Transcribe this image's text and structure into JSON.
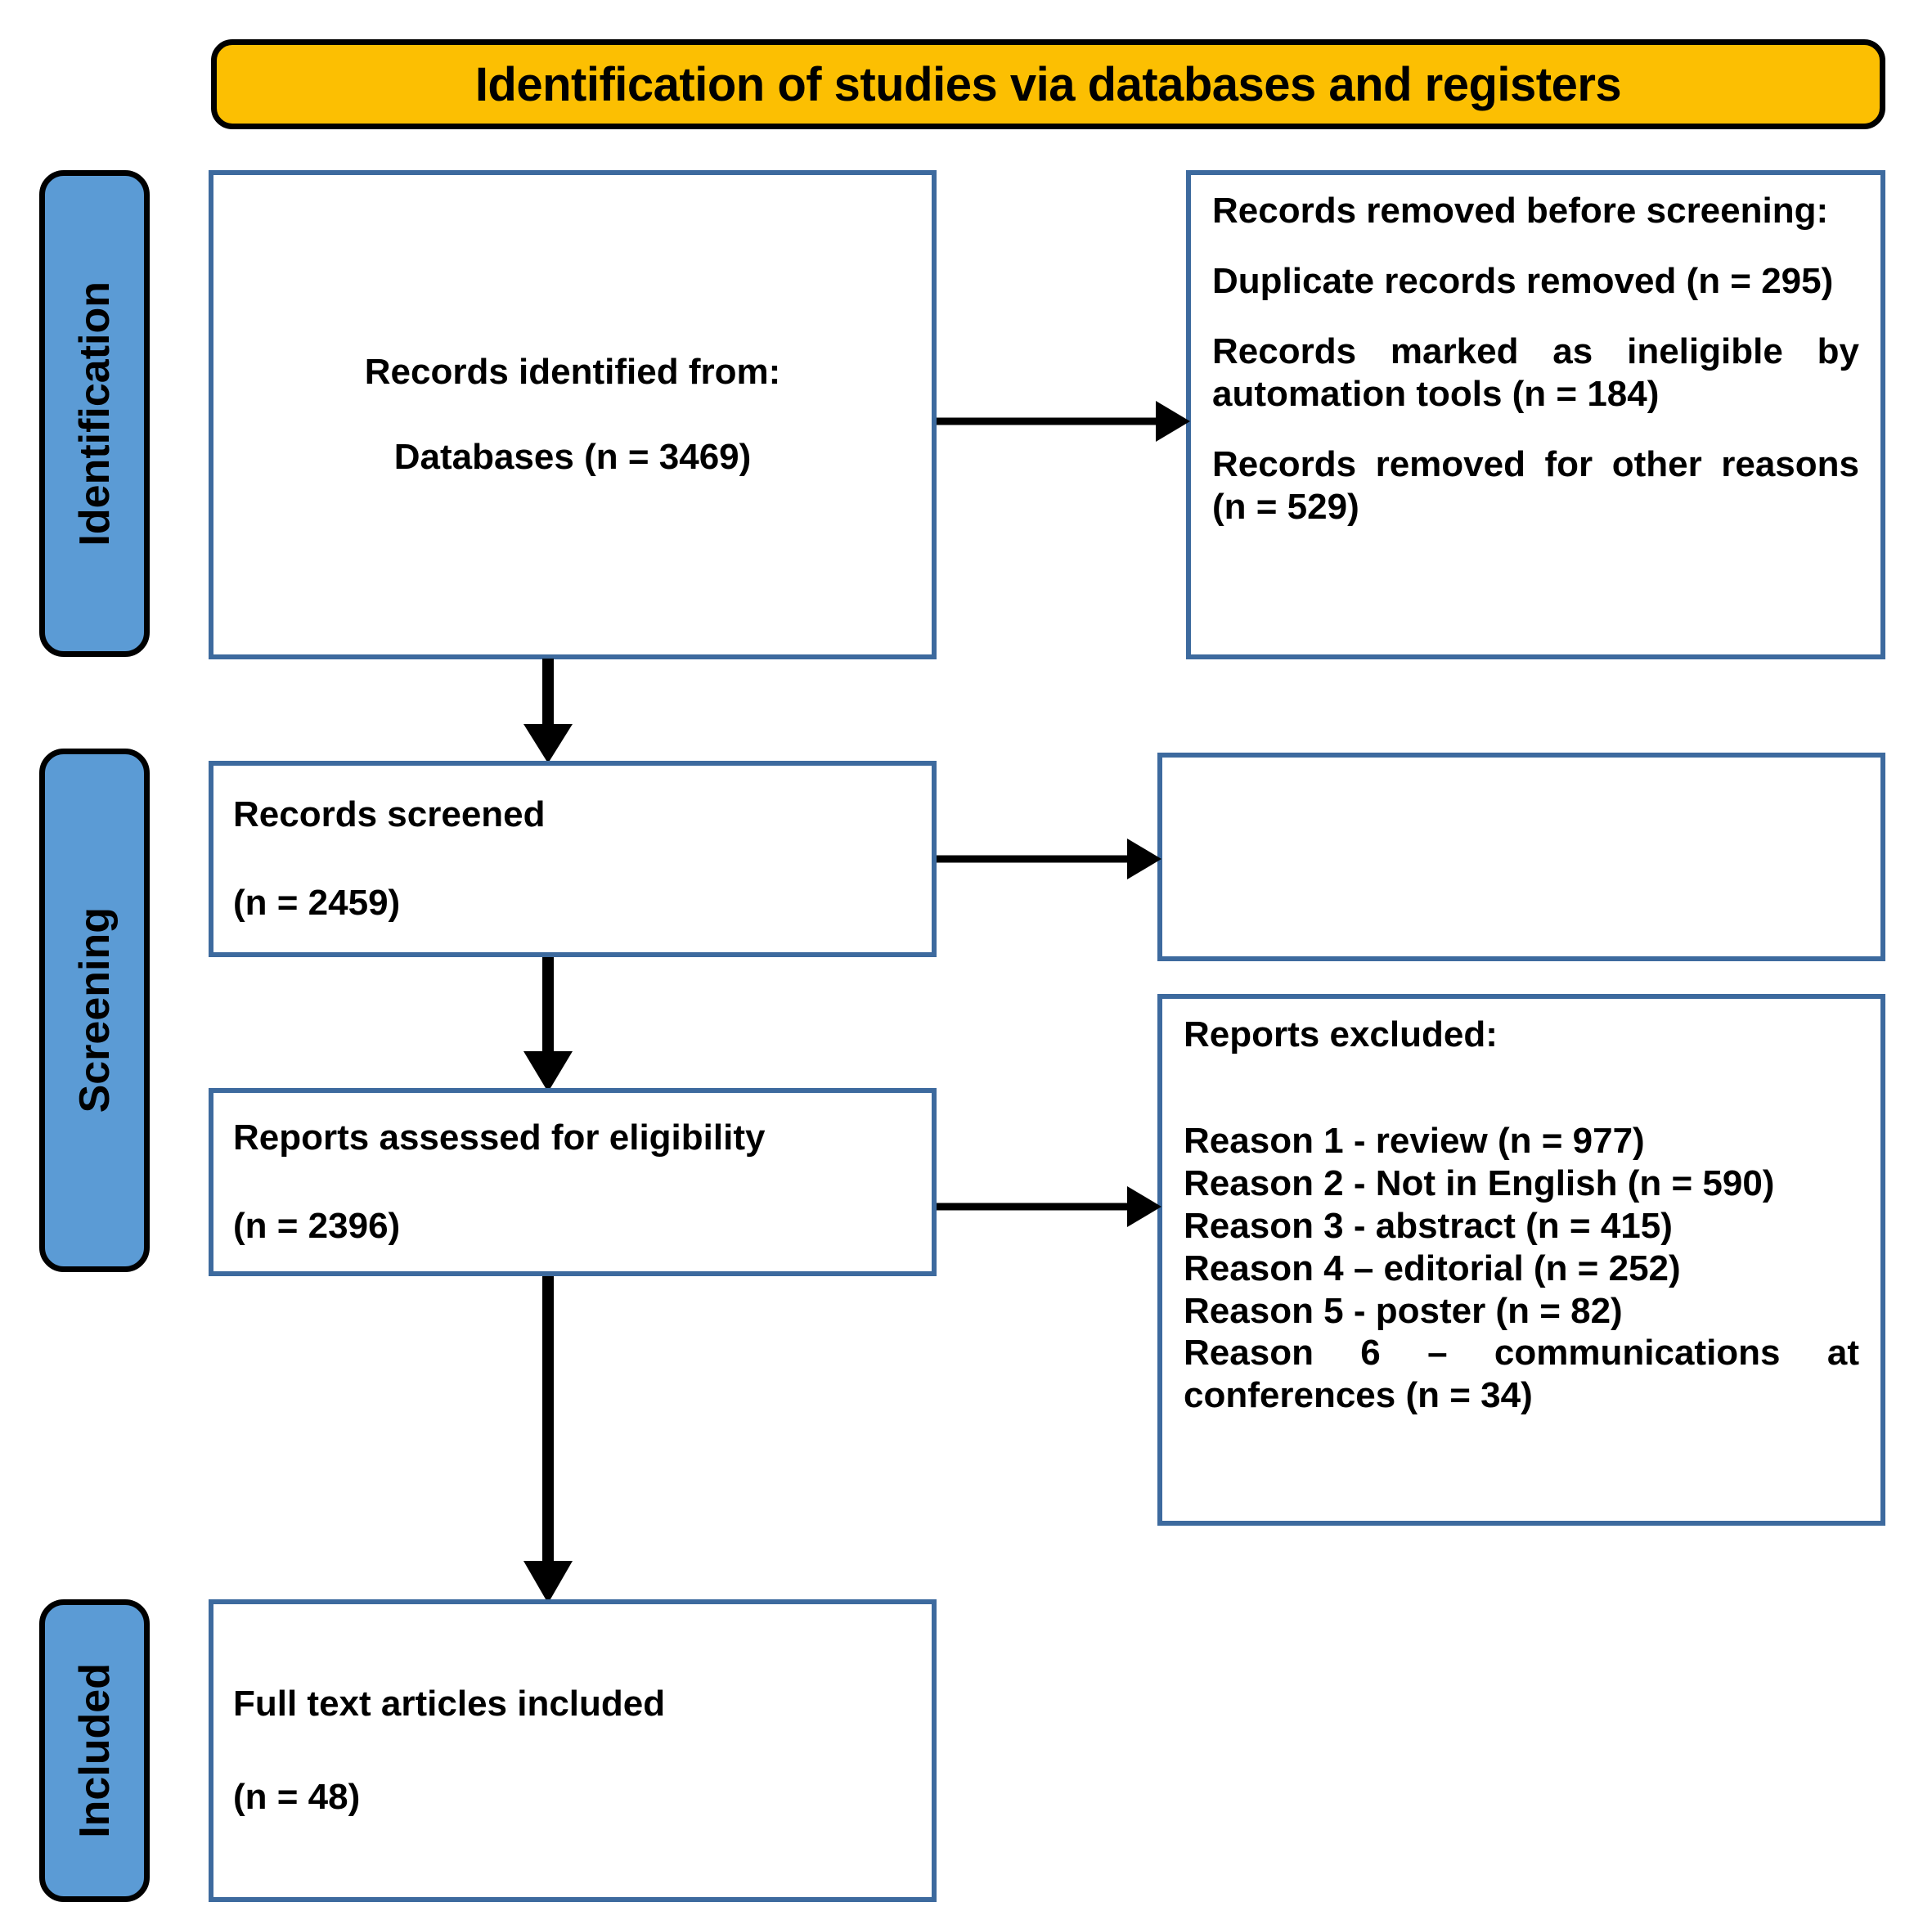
{
  "title": {
    "text": "Identification of studies via databases and registers",
    "background_color": "#FCBF02",
    "border_color": "#000000"
  },
  "colors": {
    "stage_label_fill": "#5B9BD5",
    "box_border": "#3D6A9E",
    "arrow": "#000000",
    "text": "#000000",
    "page_background": "#FFFFFF"
  },
  "stages": [
    {
      "key": "identification",
      "label": "Identification"
    },
    {
      "key": "screening",
      "label": "Screening"
    },
    {
      "key": "included",
      "label": "Included"
    }
  ],
  "boxes": {
    "identified": {
      "line1": "Records identified from:",
      "line2": "Databases (n = 3469)"
    },
    "removed": {
      "heading": "Records removed before screening:",
      "item1": "Duplicate records removed (n = 295)",
      "item2": "Records marked as ineligible by automation tools (n = 184)",
      "item3": "Records removed for other reasons (n = 529)"
    },
    "screened": {
      "line1": "Records screened",
      "line2": " (n = 2459)"
    },
    "screened_excluded": {
      "text": ""
    },
    "assessed": {
      "line1": "Reports assessed for eligibility",
      "line2": " (n = 2396)"
    },
    "excluded": {
      "heading": "Reports excluded:",
      "reasons": [
        "Reason 1 - review (n = 977)",
        "Reason 2 - Not in English (n = 590)",
        "Reason 3 - abstract (n = 415)",
        "Reason 4 – editorial (n = 252)",
        "Reason 5 - poster (n = 82)",
        "Reason 6 – communications at conferences (n = 34)"
      ]
    },
    "included": {
      "line1": "Full text articles included",
      "line2": " (n = 48)"
    }
  },
  "chart_data": {
    "type": "diagram",
    "diagram_kind": "PRISMA flow diagram",
    "title": "Identification of studies via databases and registers",
    "stages": [
      "Identification",
      "Screening",
      "Included"
    ],
    "nodes": [
      {
        "id": "identified",
        "stage": "Identification",
        "label": "Records identified from: Databases",
        "n": 3469
      },
      {
        "id": "removed",
        "stage": "Identification",
        "label": "Records removed before screening",
        "n": null,
        "children": [
          {
            "label": "Duplicate records removed",
            "n": 295
          },
          {
            "label": "Records marked as ineligible by automation tools",
            "n": 184
          },
          {
            "label": "Records removed for other reasons",
            "n": 529
          }
        ]
      },
      {
        "id": "screened",
        "stage": "Screening",
        "label": "Records screened",
        "n": 2459
      },
      {
        "id": "screened_excluded",
        "stage": "Screening",
        "label": "",
        "n": null
      },
      {
        "id": "assessed",
        "stage": "Screening",
        "label": "Reports assessed for eligibility",
        "n": 2396
      },
      {
        "id": "excluded",
        "stage": "Screening",
        "label": "Reports excluded",
        "n": null,
        "children": [
          {
            "label": "Reason 1 - review",
            "n": 977
          },
          {
            "label": "Reason 2 - Not in English",
            "n": 590
          },
          {
            "label": "Reason 3 - abstract",
            "n": 415
          },
          {
            "label": "Reason 4 – editorial",
            "n": 252
          },
          {
            "label": "Reason 5 - poster",
            "n": 82
          },
          {
            "label": "Reason 6 – communications at conferences",
            "n": 34
          }
        ]
      },
      {
        "id": "included",
        "stage": "Included",
        "label": "Full text articles included",
        "n": 48
      }
    ],
    "edges": [
      {
        "from": "identified",
        "to": "removed",
        "direction": "right"
      },
      {
        "from": "identified",
        "to": "screened",
        "direction": "down"
      },
      {
        "from": "screened",
        "to": "screened_excluded",
        "direction": "right"
      },
      {
        "from": "screened",
        "to": "assessed",
        "direction": "down"
      },
      {
        "from": "assessed",
        "to": "excluded",
        "direction": "right"
      },
      {
        "from": "assessed",
        "to": "included",
        "direction": "down"
      }
    ]
  }
}
